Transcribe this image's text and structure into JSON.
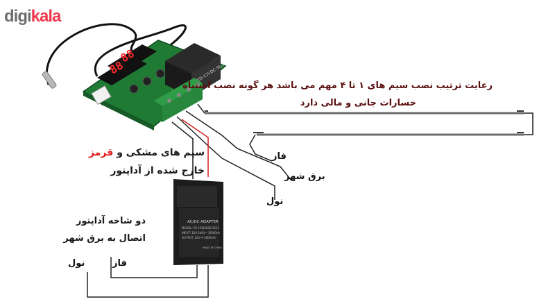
{
  "logo": {
    "part1": "digi",
    "part2": "kala"
  },
  "warning": {
    "line1": "رعایت ترتیب نصب سیم های ۱ تا ۴ مهم می باشد هر گونه نصب اشتباه",
    "line2": "خسارات جانی و مالی دارد"
  },
  "wires_note": {
    "prefix": "سیم های مشکی و",
    "red_word": "قرمز",
    "line2": "خارج شده از آداپتور"
  },
  "heater_labels": {
    "phase": "فاز",
    "mains": "برق شهر",
    "neutral": "نول"
  },
  "plug_note": {
    "line1": "دو شاخه آداپتور",
    "line2": "اتصال به برق شهر"
  },
  "plug_labels": {
    "neutral": "نول",
    "phase": "فاز"
  },
  "adapter_text": {
    "title": "AC/DC ADAPTER",
    "model": "MODEL: PA-12W3000-5212",
    "input": "INPUT: 100-240V~ 50/60Hz",
    "output": "OUTPUT: 12V ⎓ 3000mA",
    "made": "MADE IN CHINA"
  },
  "display_digits": {
    "top": "88",
    "bottom": "88"
  },
  "relay_text": "SRD-12VDC-SL-C",
  "colors": {
    "wire_red": "#d41c1c",
    "wire_black": "#1a1a1a",
    "pcb": "#1f7a34",
    "heater": "#6b6b6b"
  }
}
